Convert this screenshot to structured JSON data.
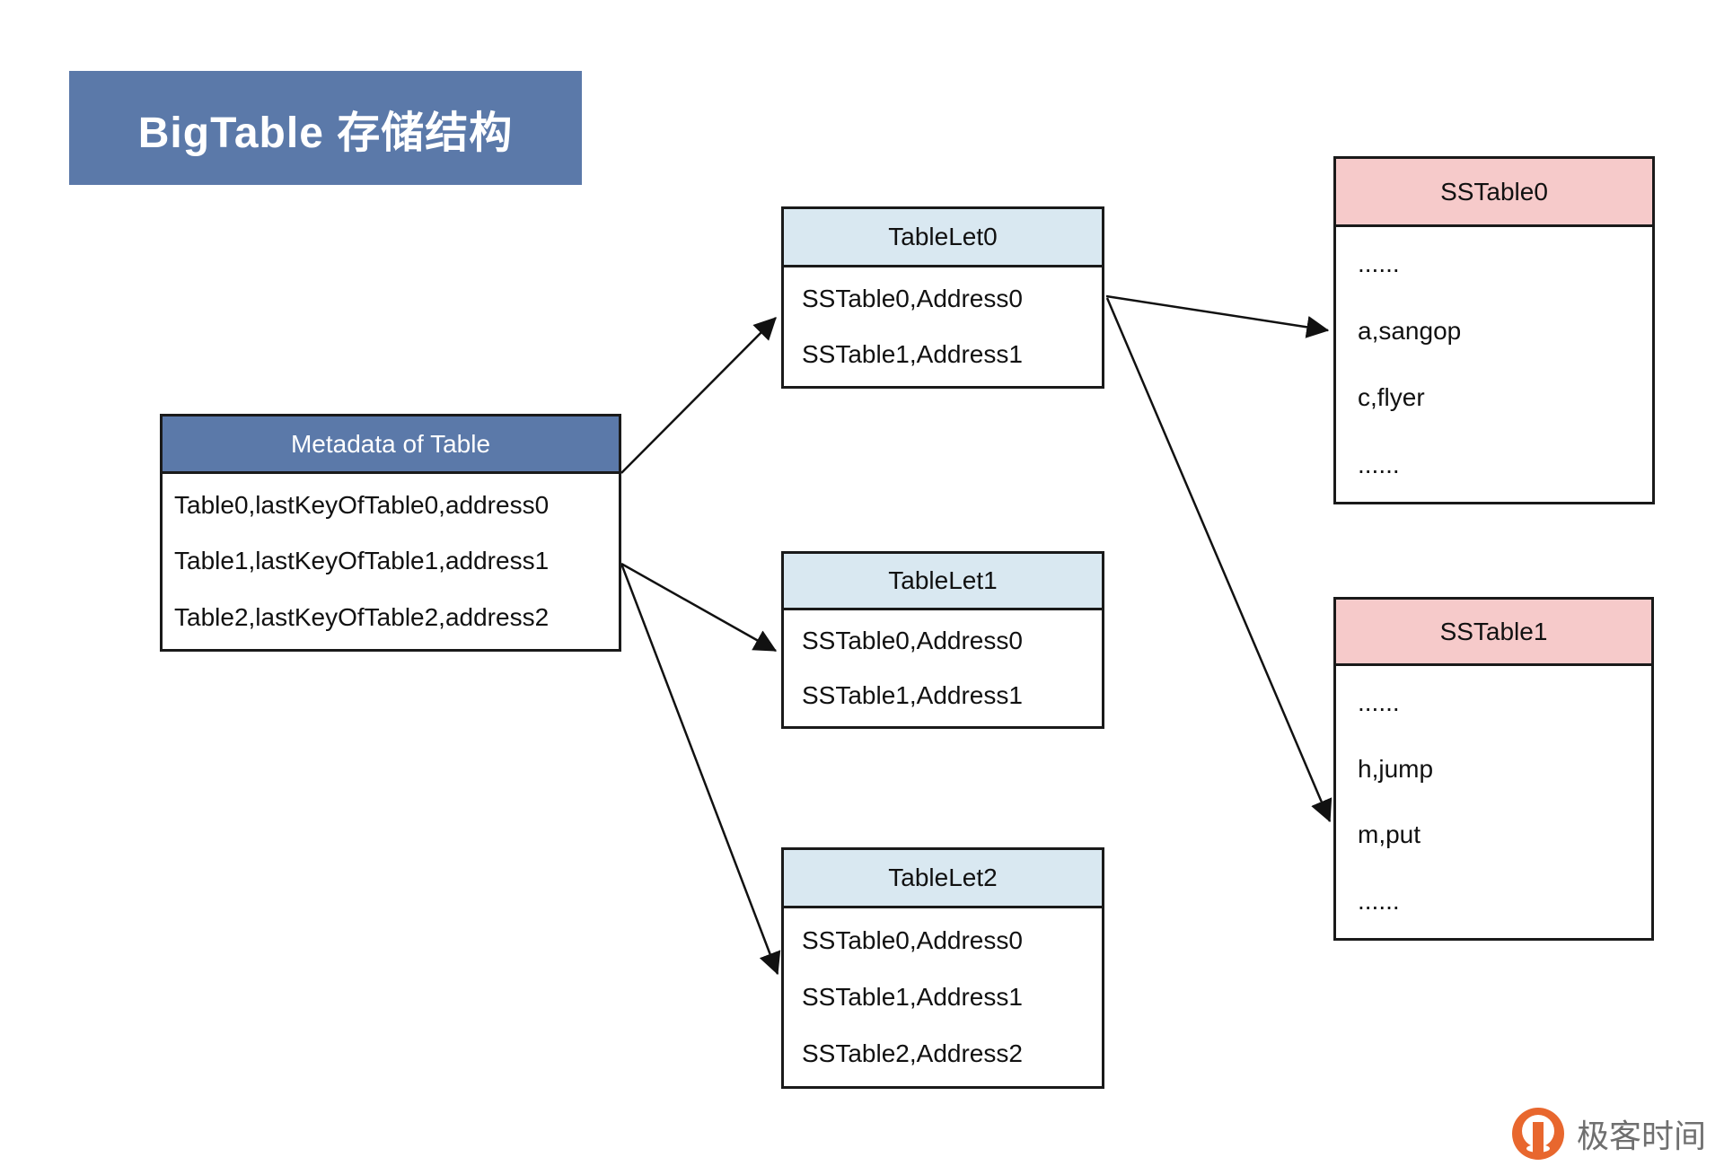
{
  "page": {
    "background": "#ffffff"
  },
  "title_banner": {
    "text": "BigTable 存储结构",
    "bg_color": "#5b79a9",
    "text_color": "#ffffff"
  },
  "metadata_table": {
    "header": "Metadata of Table",
    "header_bg": "#5b79a9",
    "header_text_color": "#ffffff",
    "rows": [
      "Table0,lastKeyOfTable0,address0",
      "Table1,lastKeyOfTable1,address1",
      "Table2,lastKeyOfTable2,address2"
    ]
  },
  "tablelets": [
    {
      "header": "TableLet0",
      "rows": [
        "SSTable0,Address0",
        "SSTable1,Address1"
      ]
    },
    {
      "header": "TableLet1",
      "rows": [
        "SSTable0,Address0",
        "SSTable1,Address1"
      ]
    },
    {
      "header": "TableLet2",
      "rows": [
        "SSTable0,Address0",
        "SSTable1,Address1",
        "SSTable2,Address2"
      ]
    }
  ],
  "tablelet_style": {
    "header_bg": "#d9e8f1"
  },
  "sstables": [
    {
      "header": "SSTable0",
      "rows": [
        "......",
        "a,sangop",
        "c,flyer",
        "......"
      ]
    },
    {
      "header": "SSTable1",
      "rows": [
        "......",
        "h,jump",
        "m,put",
        "......"
      ]
    }
  ],
  "sstable_style": {
    "header_bg": "#f6caca"
  },
  "edges": [
    {
      "from": "Metadata of Table",
      "to": "TableLet0"
    },
    {
      "from": "Metadata of Table",
      "to": "TableLet1"
    },
    {
      "from": "Metadata of Table",
      "to": "TableLet2"
    },
    {
      "from": "TableLet0",
      "to": "SSTable0"
    },
    {
      "from": "TableLet0",
      "to": "SSTable1"
    }
  ],
  "logo": {
    "text": "极客时间",
    "icon": "geektime-icon",
    "icon_color": "#e8672e",
    "text_color": "#6f6f6f"
  }
}
